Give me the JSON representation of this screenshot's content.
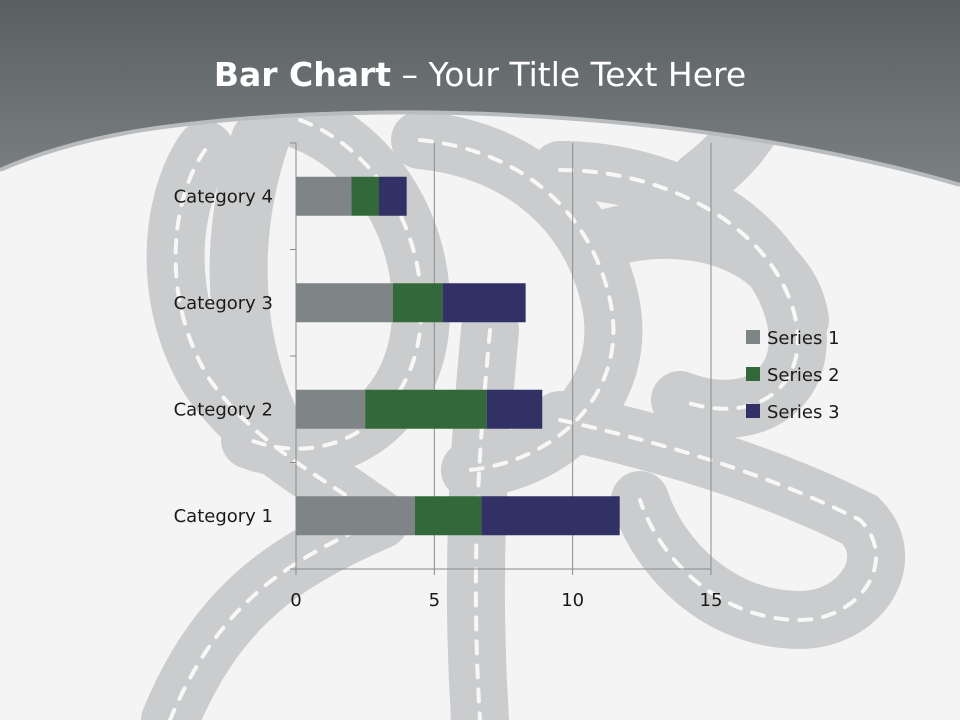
{
  "slide": {
    "title_bold": "Bar Chart",
    "title_rest": " – Your Title Text Here"
  },
  "colors": {
    "header": "#6b7072",
    "background": "#f4f4f4",
    "ribbon": "#c4c6c7"
  },
  "chart_data": {
    "type": "bar",
    "orientation": "horizontal",
    "stacked": true,
    "title": "",
    "xlabel": "",
    "ylabel": "",
    "categories": [
      "Category 1",
      "Category 2",
      "Category 3",
      "Category 4"
    ],
    "series": [
      {
        "name": "Series 1",
        "color": "#7f8487",
        "values": [
          4.3,
          2.5,
          3.5,
          2.0
        ]
      },
      {
        "name": "Series 2",
        "color": "#33693a",
        "values": [
          2.4,
          4.4,
          1.8,
          1.0
        ]
      },
      {
        "name": "Series 3",
        "color": "#313166",
        "values": [
          5.0,
          2.0,
          3.0,
          1.0
        ]
      }
    ],
    "xlim": [
      0,
      15
    ],
    "xticks": [
      "0",
      "5",
      "10",
      "15"
    ],
    "grid": true,
    "legend_position": "right"
  }
}
